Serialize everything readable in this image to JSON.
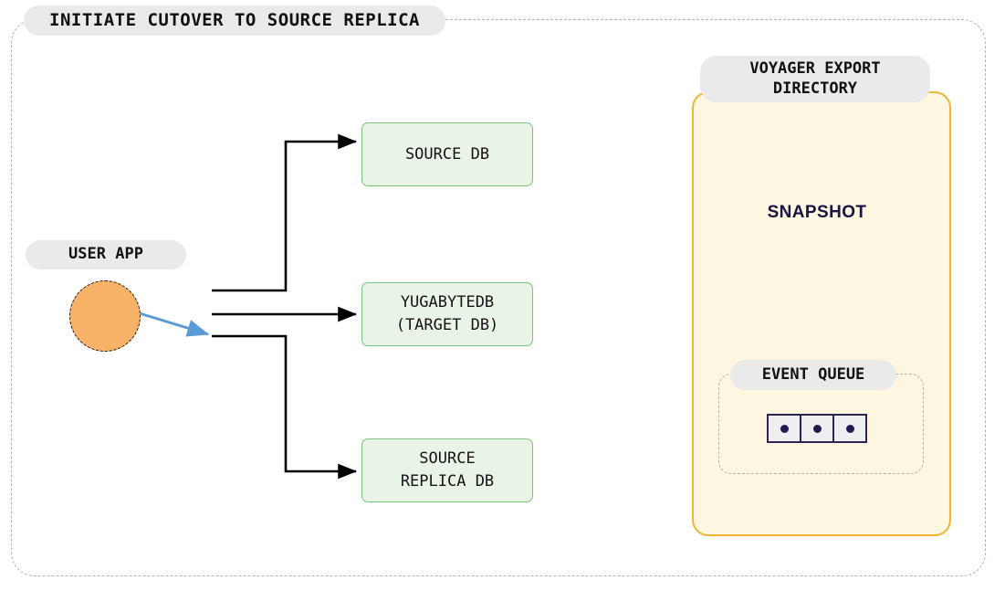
{
  "diagram": {
    "title": "INITIATE CUTOVER TO SOURCE REPLICA",
    "colors": {
      "outer_border": "#c8a89b",
      "pill_bg": "#eaeaea",
      "panel_bg": "#fdf6e0",
      "panel_border": "#f1b434",
      "db_box_bg": "#e9f4e7",
      "db_box_border": "#7cc47f",
      "user_circle_fill": "#f7b267",
      "cylinder_fill": "#cfc4ea",
      "cylinder_border": "#6b4fa8",
      "blue_arrow": "#5b9bd5",
      "arrow_black": "#000000",
      "queue_cell_border": "#2b2352"
    }
  },
  "user_app": {
    "label": "USER APP",
    "icon": "user-circle-icon"
  },
  "databases": [
    {
      "id": "source-db",
      "label": "SOURCE DB"
    },
    {
      "id": "target-db",
      "label": "YUGABYTEDB\n(TARGET DB)"
    },
    {
      "id": "source-replica-db",
      "label": "SOURCE\nREPLICA DB"
    }
  ],
  "voyager": {
    "title": "VOYAGER EXPORT\nDIRECTORY",
    "snapshot": {
      "label": "SNAPSHOT",
      "icon": "database-cylinder-icon"
    },
    "event_queue": {
      "title": "EVENT QUEUE",
      "cells": [
        {
          "id": "queue-cell-1",
          "icon": "event-dot-icon"
        },
        {
          "id": "queue-cell-2",
          "icon": "event-dot-icon"
        },
        {
          "id": "queue-cell-3",
          "icon": "event-dot-icon"
        }
      ],
      "inbound_arrow": "queue-inbound-arrow",
      "outbound_arrow": "queue-outbound-arrow"
    }
  },
  "connections": [
    {
      "id": "user-to-source-db",
      "from": "user-app",
      "to": "source-db",
      "style": "black-elbow"
    },
    {
      "id": "user-to-target-db",
      "from": "user-app",
      "to": "target-db",
      "style": "black-straight"
    },
    {
      "id": "user-to-replica-db",
      "from": "user-app",
      "to": "source-replica-db",
      "style": "black-elbow"
    },
    {
      "id": "user-app-active-link",
      "from": "user-app",
      "to": "junction",
      "style": "blue-arrow"
    }
  ]
}
